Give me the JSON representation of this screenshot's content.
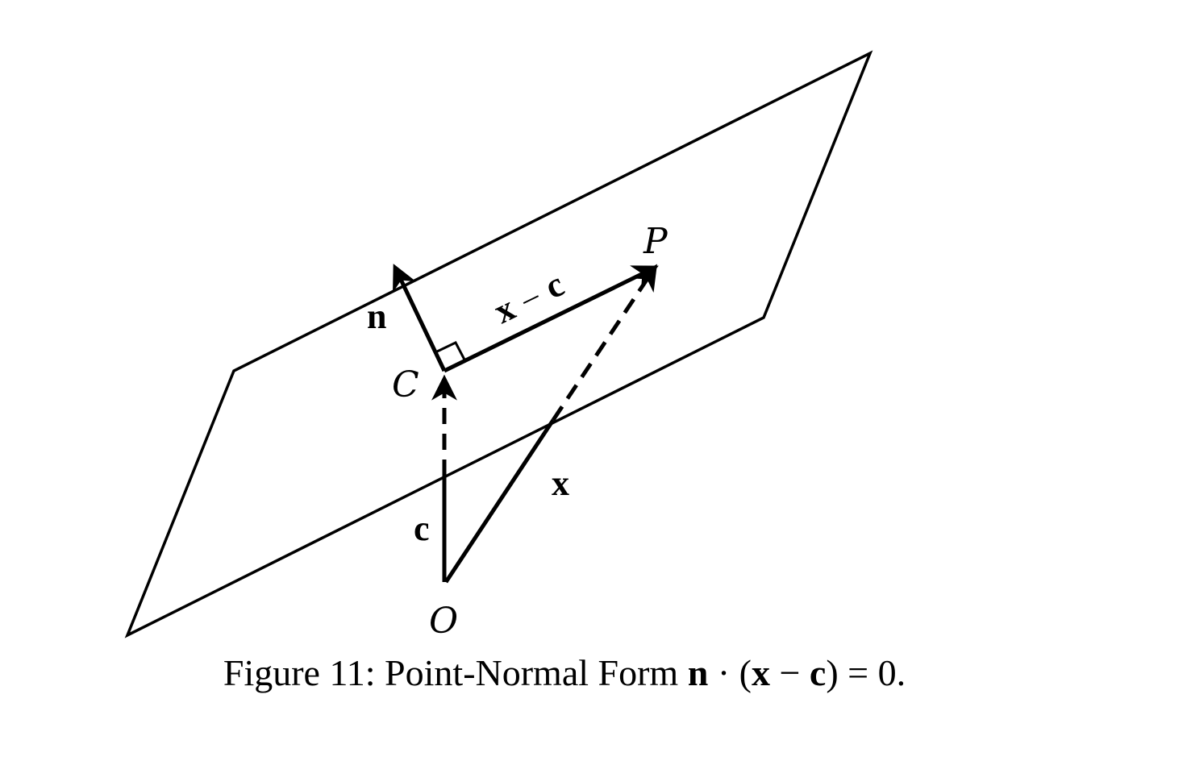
{
  "labels": {
    "point_P": "P",
    "point_C": "C",
    "point_O": "O",
    "normal_vector": "n",
    "diff_vector_x": "x",
    "diff_vector_minus": "–",
    "diff_vector_c": "c",
    "position_x": "x",
    "position_c": "c"
  },
  "caption": {
    "prefix": "Figure 11:",
    "title": "Point-Normal Form",
    "eq_n": "n",
    "eq_dot": "·",
    "eq_open": "(",
    "eq_x": "x",
    "eq_minus": "−",
    "eq_c": "c",
    "eq_close": ")",
    "eq_rhs": "= 0."
  }
}
